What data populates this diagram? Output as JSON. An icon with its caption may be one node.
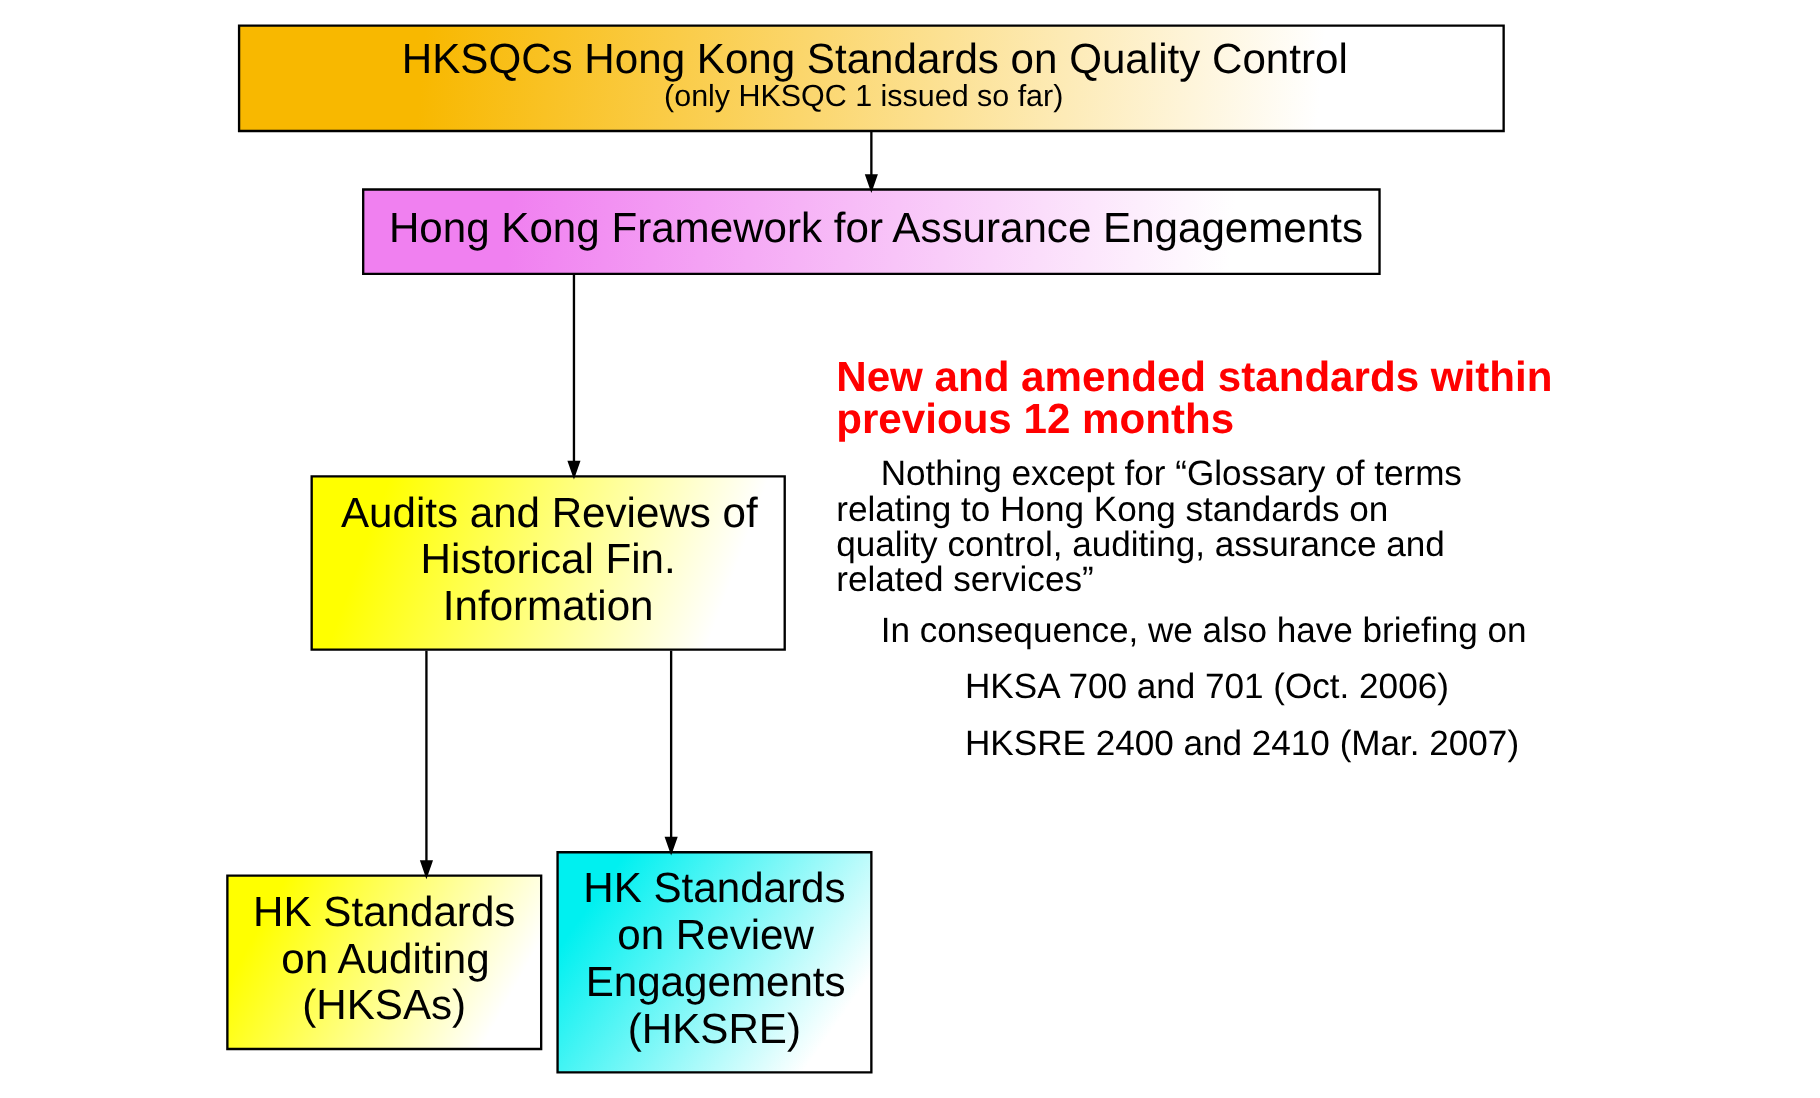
{
  "diagram": {
    "nodes": [
      {
        "text": [
          "HKSQCs Hong Kong Standards on Quality Control",
          "(only HKSQC 1 issued so far)"
        ]
      },
      {
        "text": [
          "Hong Kong Framework for Assurance Engagements"
        ]
      },
      {
        "text": [
          "Audits and Reviews of Historical Fin. Information"
        ]
      },
      {
        "text": [
          "HK Standards on Auditing (HKSAs)"
        ]
      },
      {
        "text": [
          "HK Standards on Review Engagements (HKSRE)"
        ]
      }
    ],
    "edges": [
      {
        "from": 0,
        "to": 1,
        "arrow": "to"
      },
      {
        "from": 1,
        "to": 2,
        "arrow": "to"
      },
      {
        "from": 2,
        "to": 3,
        "arrow": "to"
      },
      {
        "from": 2,
        "to": 4,
        "arrow": "to"
      }
    ],
    "labels": [
      "New and amended standards within previous 12 months",
      "Nothing except for “Glossary of terms relating to Hong Kong standards on quality control, auditing, assurance and related services”",
      "In consequence, we also have briefing on",
      "HKSA 700 and 701 (Oct. 2006)",
      "HKSRE 2400 and 2410 (Mar. 2007)"
    ]
  }
}
